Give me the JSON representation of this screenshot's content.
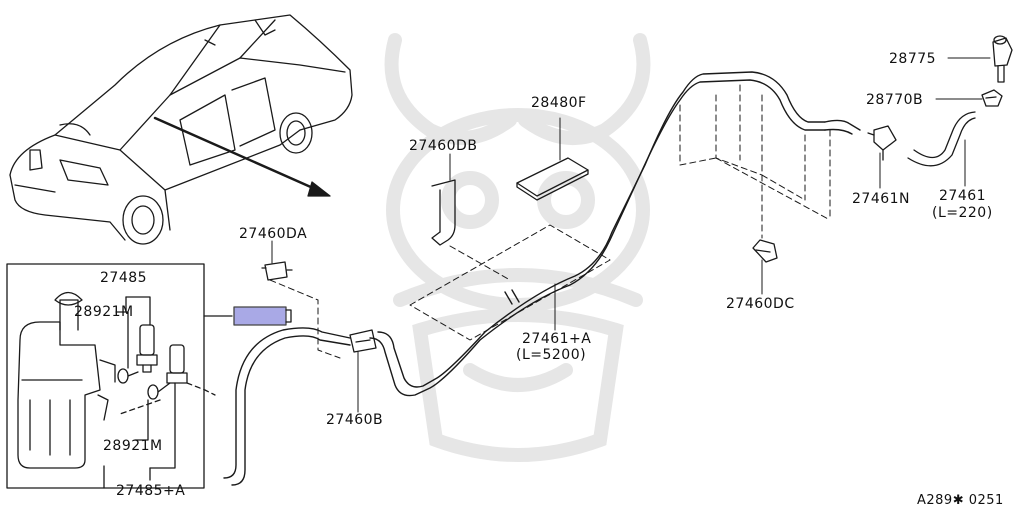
{
  "diagram": {
    "labels": {
      "p28775": "28775",
      "p28770B": "28770B",
      "p28480F": "28480F",
      "p27460DB": "27460DB",
      "p27461N": "27461N",
      "p27461": "27461",
      "p27461_len": "(L=220)",
      "p27460DA": "27460DA",
      "p27485": "27485",
      "p28921M_top": "28921M",
      "p28921M_bottom": "28921M",
      "p27485A": "27485+A",
      "p27460DC": "27460DC",
      "p27461A": "27461+A",
      "p27461A_len": "(L=5200)",
      "p27460B": "27460B"
    },
    "figure_code": "A289✱ 0251"
  },
  "colors": {
    "line": "#1a1a1a",
    "watermark": "#e6e6e6",
    "highlight": "#a9a9e6"
  }
}
